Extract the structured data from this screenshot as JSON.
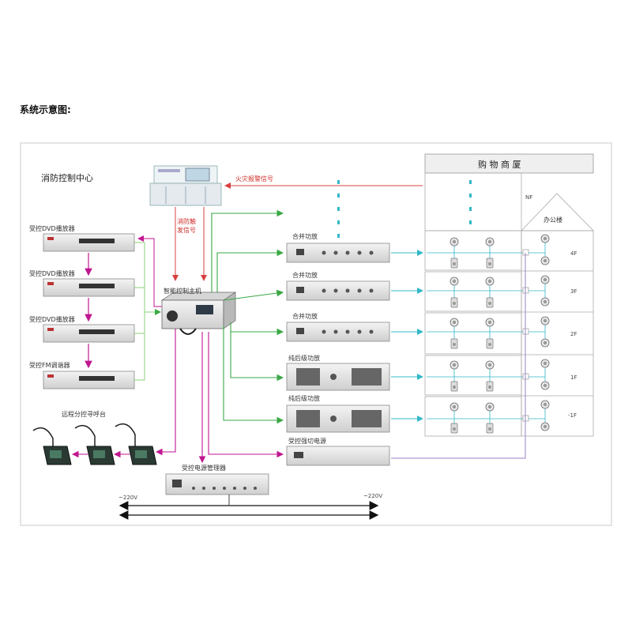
{
  "title": "系统示意图:",
  "fire_center": {
    "label": "消防控制中心",
    "alarm_signal": "火灾报警信号",
    "trigger_signal_1": "消防触",
    "trigger_signal_2": "发信号"
  },
  "sources": [
    {
      "label": "受控DVD播放器"
    },
    {
      "label": "受控DVD播放器"
    },
    {
      "label": "受控DVD播放器"
    },
    {
      "label": "受控FM调谐器"
    }
  ],
  "host": {
    "label": "智能控制主机"
  },
  "amplifiers": [
    {
      "label": "合并功放"
    },
    {
      "label": "合并功放"
    },
    {
      "label": "合并功放"
    },
    {
      "label": "纯后级功放"
    },
    {
      "label": "纯后级功放"
    }
  ],
  "switch_power": {
    "label": "受控强切电源"
  },
  "paging": {
    "label": "远程分控寻呼台"
  },
  "power_manager": {
    "label": "受控电源管理器"
  },
  "voltage": {
    "left": "~220V",
    "right": "~220V"
  },
  "building": {
    "mall_label": "购 物 商 厦",
    "office_label": "办公楼",
    "floors": [
      {
        "label": "NF"
      },
      {
        "label": "4F"
      },
      {
        "label": "3F"
      },
      {
        "label": "2F"
      },
      {
        "label": "1F"
      },
      {
        "label": "-1F"
      }
    ]
  },
  "colors": {
    "green": "#3aa845",
    "magenta": "#c0168f",
    "red": "#d84040",
    "cyan": "#33b8c8",
    "purple": "#9a80c8",
    "device": "#e7e7e7"
  }
}
